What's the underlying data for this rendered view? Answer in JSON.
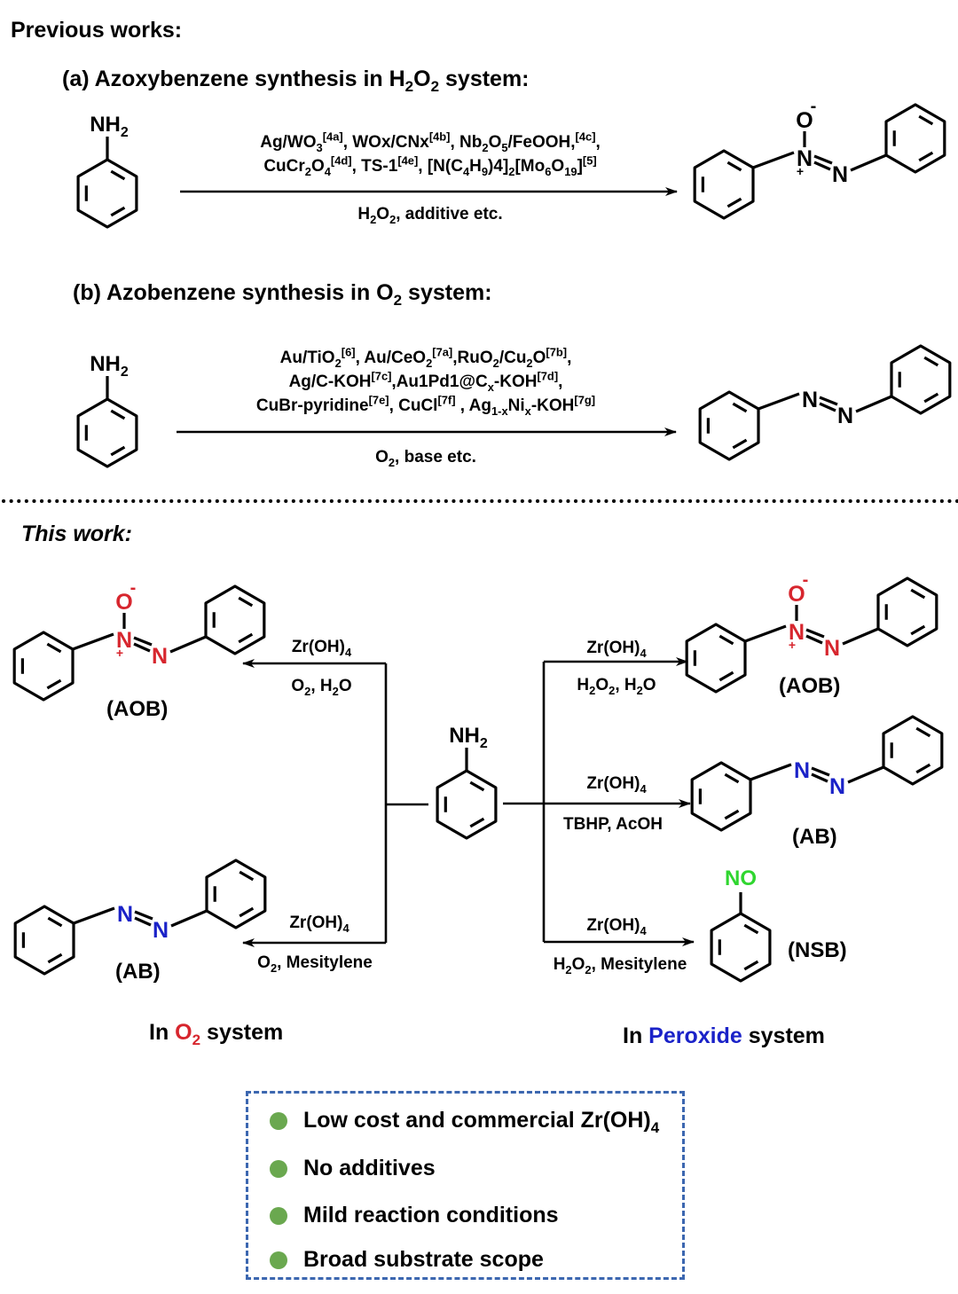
{
  "previous": {
    "title": "Previous works:",
    "a": {
      "heading_pre": "(a) Azoxybenzene synthesis in H",
      "heading_sub1": "2",
      "heading_mid": "O",
      "heading_sub2": "2",
      "heading_post": " system:",
      "reactant_group": "NH2",
      "catalysts_line1": "Ag/WO3[4a], WOx/CNx[4b], Nb2O5/FeOOH,[4c],",
      "catalysts_line2": "CuCr2O4[4d], TS-1[4e], [N(C4H9)4]2[Mo6O19][5]",
      "conditions": "H2O2, additive etc.",
      "product": "azoxybenzene"
    },
    "b": {
      "heading_pre": "(b)  Azobenzene synthesis in O",
      "heading_sub": "2",
      "heading_post": " system:",
      "reactant_group": "NH2",
      "catalysts_line1": "Au/TiO2[6], Au/CeO2[7a],RuO2/Cu2O[7b],",
      "catalysts_line2": "Ag/C-KOH[7c],Au1Pd1@Cx-KOH[7d],",
      "catalysts_line3": "CuBr-pyridine[7e], CuCl[7f] , Ag1-xNix-KOH[7g]",
      "conditions": "O2, base etc.",
      "product": "azobenzene"
    }
  },
  "this_work": {
    "title": "This work:",
    "center_reactant_group": "NH2",
    "left_branch": [
      {
        "catalyst": "Zr(OH)4",
        "conditions": "O2, H2O",
        "product_label": "(AOB)",
        "product": "azoxybenzene"
      },
      {
        "catalyst": "Zr(OH)4",
        "conditions": "O2, Mesitylene",
        "product_label": "(AB)",
        "product": "azobenzene"
      }
    ],
    "right_branch": [
      {
        "catalyst": "Zr(OH)4",
        "conditions": "H2O2, H2O",
        "product_label": "(AOB)",
        "product": "azoxybenzene"
      },
      {
        "catalyst": "Zr(OH)4",
        "conditions": "TBHP, AcOH",
        "product_label": "(AB)",
        "product": "azobenzene"
      },
      {
        "catalyst": "Zr(OH)4",
        "conditions": "H2O2, Mesitylene",
        "product_label": "(NSB)",
        "product": "nitrosobenzene",
        "group": "NO"
      }
    ],
    "left_system": {
      "pre": "In ",
      "highlight": "O",
      "highlight_sub": "2",
      "post": " system"
    },
    "right_system": {
      "pre": "In ",
      "highlight": "Peroxide",
      "post": " system"
    }
  },
  "advantages": [
    "Low cost and commercial Zr(OH)4",
    "No additives",
    "Mild reaction conditions",
    "Broad substrate scope"
  ],
  "colors": {
    "azoxy_highlight": "#d7262e",
    "azo_highlight": "#1a22c8",
    "nitroso_highlight": "#2fd62f",
    "bullet": "#6aa84f",
    "box_border": "#3c67b0"
  }
}
